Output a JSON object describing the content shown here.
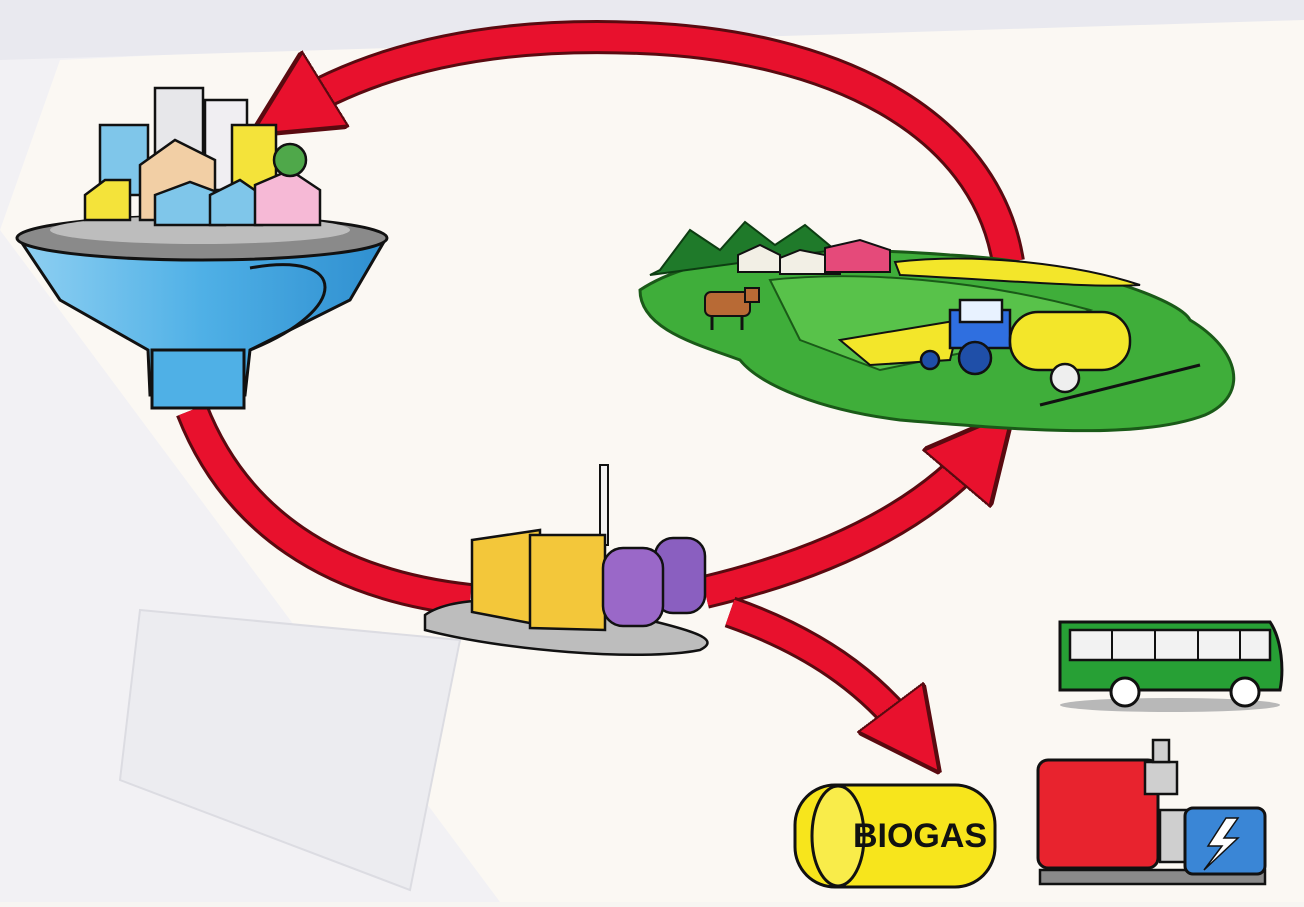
{
  "diagram": {
    "nodes": [
      {
        "id": "city",
        "icon": "city-on-funnel-icon"
      },
      {
        "id": "farm",
        "icon": "farm-field-tractor-icon"
      },
      {
        "id": "plant",
        "icon": "biogas-plant-tanks-icon"
      },
      {
        "id": "biogas",
        "icon": "biogas-tank-icon",
        "label": "BIOGAS"
      },
      {
        "id": "bus",
        "icon": "bus-icon"
      },
      {
        "id": "generator",
        "icon": "engine-generator-icon"
      }
    ],
    "edges": [
      {
        "from": "farm",
        "to": "city"
      },
      {
        "from": "city",
        "to": "plant"
      },
      {
        "from": "plant",
        "to": "farm"
      },
      {
        "from": "plant",
        "to": "biogas"
      }
    ],
    "colors": {
      "arrow": "#e8112d",
      "arrow_outline": "#5a0a10",
      "tank_yellow": "#f7e51c",
      "tank_purple": "#9a68c8",
      "bus_green": "#27a035",
      "engine_red": "#e8232e",
      "motor_blue": "#3a86d6",
      "funnel_blue": "#5fb6e6",
      "field_green": "#3fae3a"
    }
  }
}
